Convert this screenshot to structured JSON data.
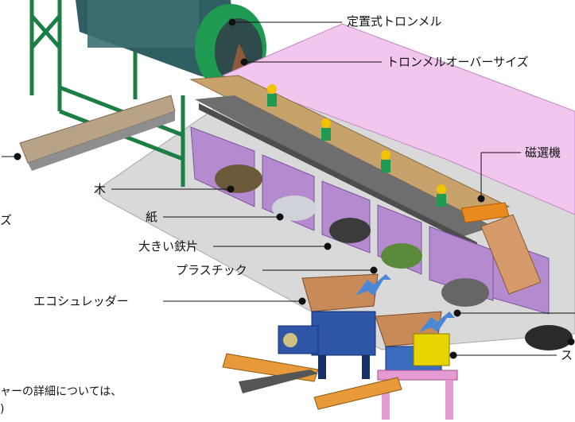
{
  "labels": {
    "trommel": "定置式トロンメル",
    "trommel_oversize": "トロンメルオーバーサイズ",
    "magnet": "磁選機",
    "wood": "木",
    "paper": "紙",
    "left_cut": "ズ",
    "iron": "大きい鉄片",
    "plastic": "プラスチック",
    "eco_shredder": "エコシュレッダー",
    "right_cut": "ス"
  },
  "footnote": {
    "line1": "ャーの詳細については、",
    "line2": ")"
  },
  "colors": {
    "frame_green": "#1f9a52",
    "conveyor_purple": "#b58bd0",
    "roof_pink": "#f2c6ee",
    "floor_gray": "#cfcfcf",
    "shredder_blue": "#2e56a8",
    "shredder_pink": "#e59ad1",
    "hopper_tan": "#c98a5a",
    "arrow_blue": "#4a88d6"
  }
}
